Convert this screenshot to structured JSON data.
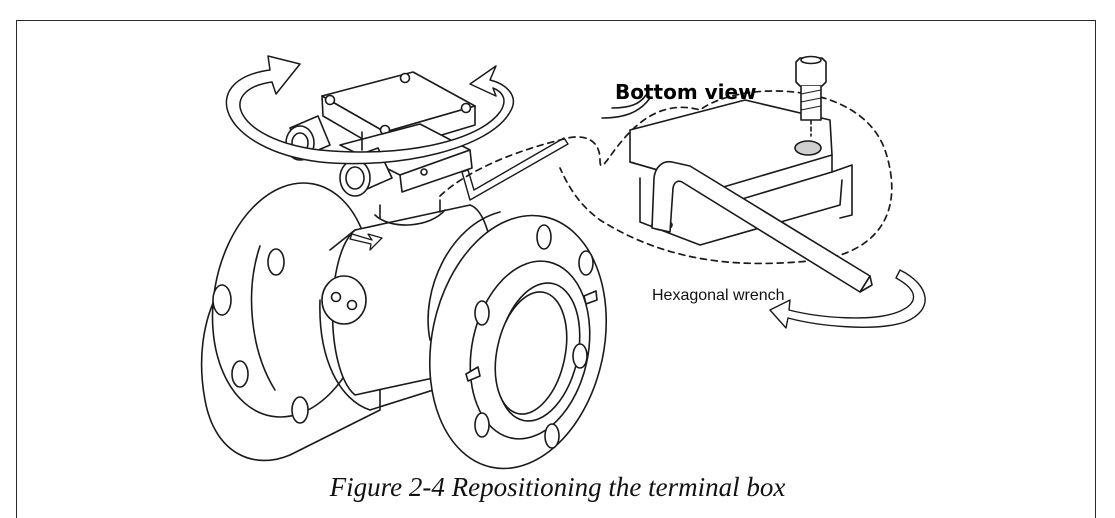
{
  "figure": {
    "callout_title": "Bottom view",
    "wrench_label": "Hexagonal wrench",
    "caption": "Figure 2-4  Repositioning the terminal box"
  },
  "colors": {
    "ink": "#1a1a1a",
    "fill": "#ffffff",
    "tint": "#cfcfcf"
  },
  "icons": [
    "rotate-arrow-icon",
    "flow-arrow-icon",
    "socket-cap-screw-icon",
    "hex-key-icon"
  ]
}
